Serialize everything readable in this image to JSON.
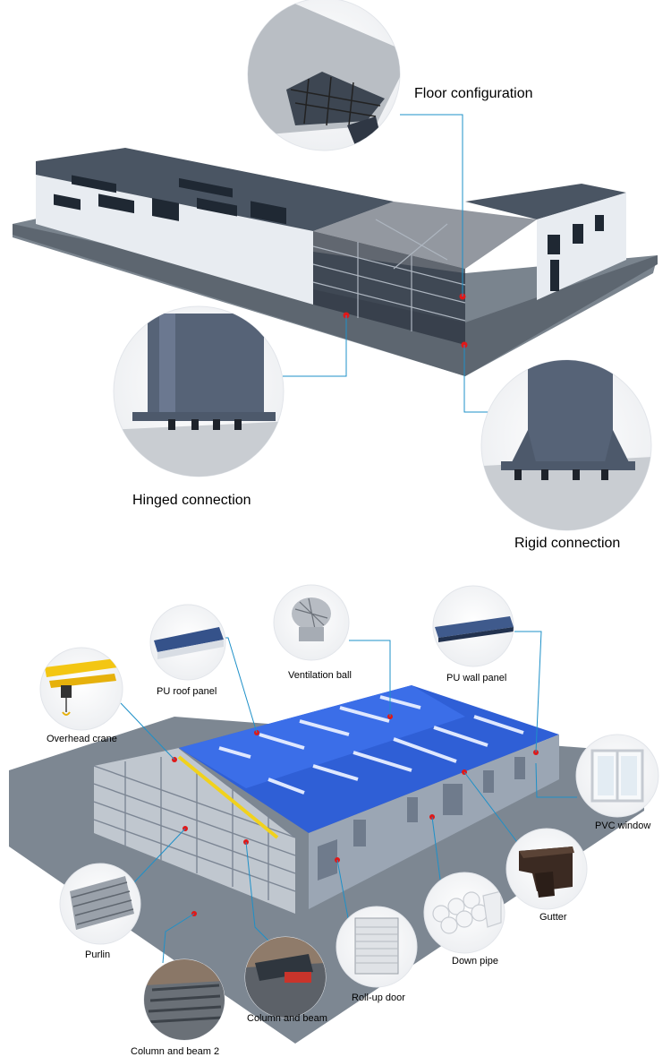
{
  "upper": {
    "floor_label": "Floor configuration",
    "hinged_label": "Hinged connection",
    "rigid_label": "Rigid connection"
  },
  "lower": {
    "ventilation_label": "Ventilation ball",
    "pu_roof_label": "PU roof panel",
    "pu_wall_label": "PU wall panel",
    "crane_label": "Overhead crane",
    "pvc_window_label": "PVC window",
    "gutter_label": "Gutter",
    "purlin_label": "Purlin",
    "down_pipe_label": "Down pipe",
    "rollup_label": "Roll-up door",
    "column_beam_label": "Column and beam",
    "column_beam2_label": "Column and beam 2"
  },
  "colors": {
    "leader_line": "#1e90c8",
    "marker": "#e01818",
    "roof_blue": "#2f5fd6",
    "wall_grey": "#9ba6b4",
    "ground": "#7d8792"
  }
}
